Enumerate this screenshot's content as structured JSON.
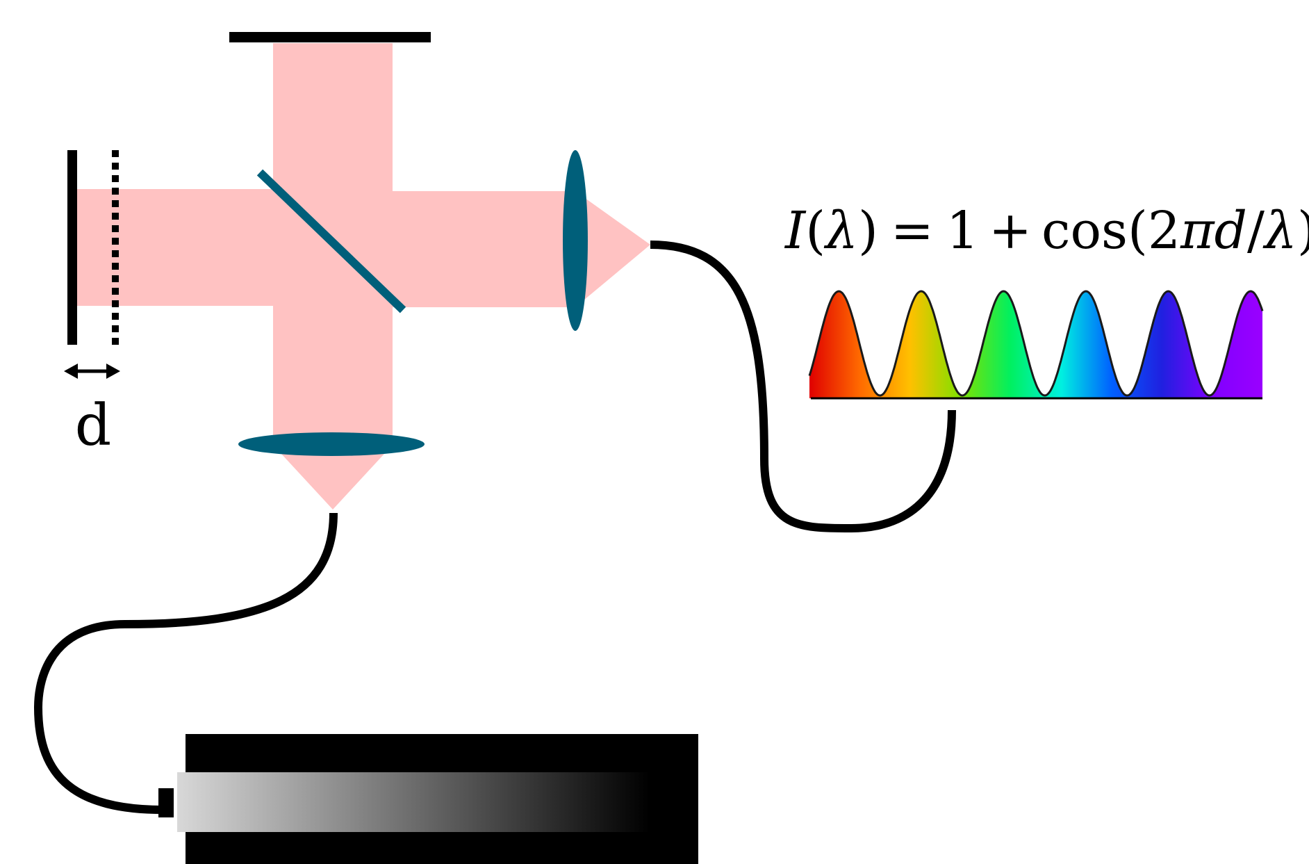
{
  "labels": {
    "displacement": "d",
    "formula": {
      "lhs_symbol": "I",
      "lhs_arg": "λ",
      "equals": "=",
      "one": "1",
      "plus": "+",
      "func": "cos",
      "arg_num": "2",
      "pi": "π",
      "d": "d",
      "slash": "/",
      "lambda": "λ"
    }
  },
  "colors": {
    "beam": "#ffc2c2",
    "optic": "#005f7a",
    "mirror": "#000000",
    "fiber": "#000000"
  },
  "spectrum": {
    "fringe_count": 5.5,
    "colors": [
      "#e00000",
      "#ff6a00",
      "#ffc000",
      "#80e000",
      "#00f060",
      "#00f0e0",
      "#0060ff",
      "#2020e0",
      "#8000ff",
      "#9a00ff"
    ]
  },
  "icons": {
    "displacement_arrow": "double-arrow-icon"
  }
}
